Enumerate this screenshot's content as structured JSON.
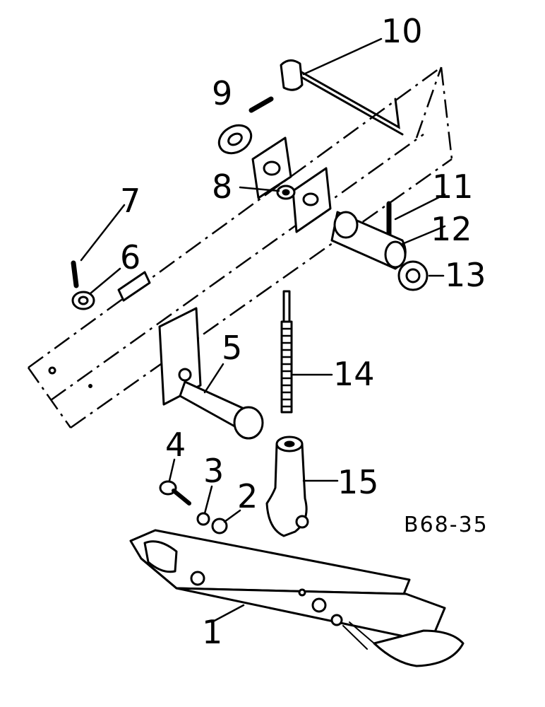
{
  "diagram": {
    "code": "B68-35",
    "callouts": {
      "p1": "1",
      "p2": "2",
      "p3": "3",
      "p4": "4",
      "p5": "5",
      "p6": "6",
      "p7": "7",
      "p8": "8",
      "p9": "9",
      "p10": "10",
      "p11": "11",
      "p12": "12",
      "p13": "13",
      "p14": "14",
      "p15": "15"
    }
  }
}
